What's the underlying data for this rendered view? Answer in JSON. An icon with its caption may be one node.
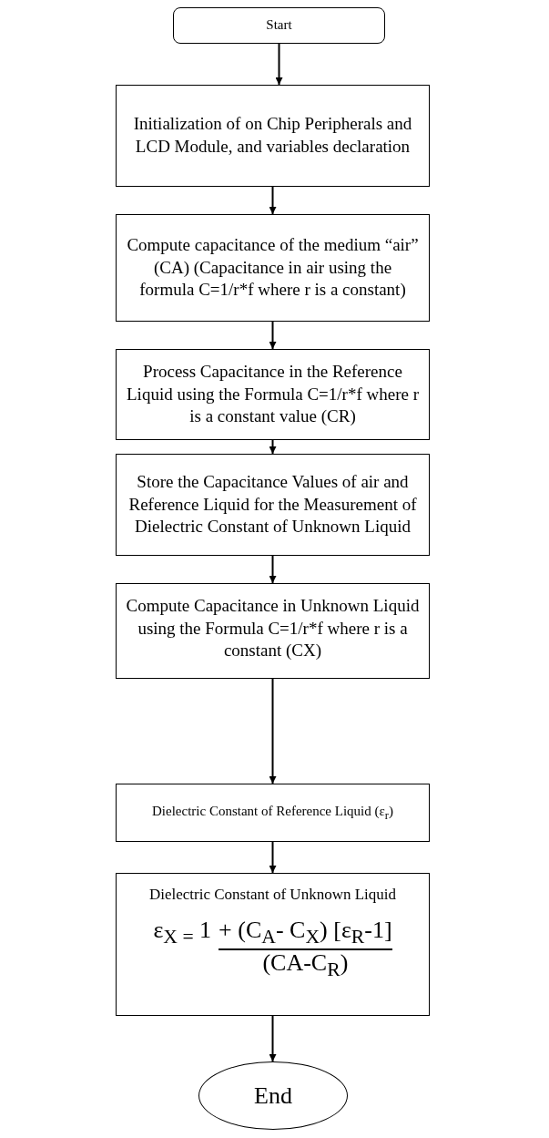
{
  "diagram": {
    "nodes": [
      {
        "text": [
          "Start"
        ]
      },
      {
        "text": [
          "Initialization of on Chip Peripherals and LCD Module, and variables declaration"
        ]
      },
      {
        "text": [
          "Compute capacitance of the medium “air” (CA) (Capacitance in air using the formula C=1/r*f where r is a constant)"
        ]
      },
      {
        "text": [
          "Process Capacitance in the Reference Liquid using the Formula C=1/r*f where r is a constant value (CR)"
        ]
      },
      {
        "text": [
          "Store the Capacitance Values of air and Reference Liquid for the Measurement of Dielectric Constant of Unknown Liquid"
        ]
      },
      {
        "text": [
          "Compute Capacitance in Unknown Liquid using the Formula C=1/r*f where r is a constant (CX)"
        ]
      },
      {
        "text": [
          "Dielectric Constant of Reference Liquid (ε$_{r}$)"
        ]
      },
      {
        "text": [
          "Dielectric Constant of Unknown Liquid",
          "ε$_{X =}$ 1",
          "+ (C$_{A}$- C$_{X}$) [ε$_{R}$-1]",
          "(CA-C$_{R}$)"
        ]
      },
      {
        "text": [
          "End"
        ]
      }
    ],
    "edges": [
      {
        "from": 0,
        "to": 1,
        "arrow": "to"
      },
      {
        "from": 1,
        "to": 2,
        "arrow": "to"
      },
      {
        "from": 2,
        "to": 3,
        "arrow": "to"
      },
      {
        "from": 3,
        "to": 4,
        "arrow": "to"
      },
      {
        "from": 4,
        "to": 5,
        "arrow": "to"
      },
      {
        "from": 5,
        "to": 6,
        "arrow": "to"
      },
      {
        "from": 6,
        "to": 7,
        "arrow": "to"
      },
      {
        "from": 7,
        "to": 8,
        "arrow": "to"
      }
    ]
  }
}
